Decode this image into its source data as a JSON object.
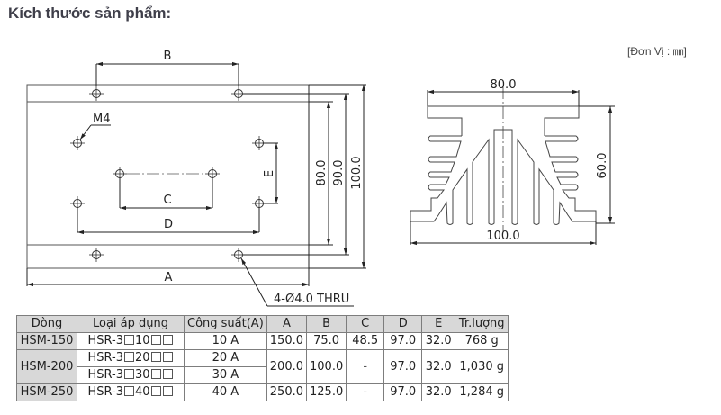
{
  "page": {
    "title": "Kích thước sản phẩm:",
    "unit_label": "[Đơn Vị : ㎜]"
  },
  "drawing_top": {
    "labels": {
      "A": "A",
      "B": "B",
      "C": "C",
      "D": "D",
      "E": "E",
      "M4": "M4",
      "dim_80": "80.0",
      "dim_90": "90.0",
      "dim_100": "100.0",
      "holes": "4-Ø4.0 THRU"
    }
  },
  "drawing_side": {
    "labels": {
      "width_top": "80.0",
      "width_bottom": "100.0",
      "height": "60.0"
    }
  },
  "table": {
    "headers": [
      "Dòng",
      "Loại áp dụng",
      "Công suất(A)",
      "A",
      "B",
      "C",
      "D",
      "E",
      "Tr.lượng"
    ],
    "rows": [
      {
        "model": "HSM-150",
        "types": [
          {
            "prefix": "HSR-3",
            "code": "10",
            "power": "10 A"
          }
        ],
        "A": "150.0",
        "B": "75.0",
        "C": "48.5",
        "D": "97.0",
        "E": "32.0",
        "weight": "768 g"
      },
      {
        "model": "HSM-200",
        "types": [
          {
            "prefix": "HSR-3",
            "code": "20",
            "power": "20 A"
          },
          {
            "prefix": "HSR-3",
            "code": "30",
            "power": "30 A"
          }
        ],
        "A": "200.0",
        "B": "100.0",
        "C": "-",
        "D": "97.0",
        "E": "32.0",
        "weight": "1,030 g"
      },
      {
        "model": "HSM-250",
        "types": [
          {
            "prefix": "HSR-3",
            "code": "40",
            "power": "40 A"
          }
        ],
        "A": "250.0",
        "B": "125.0",
        "C": "-",
        "D": "97.0",
        "E": "32.0",
        "weight": "1,284 g"
      }
    ]
  }
}
